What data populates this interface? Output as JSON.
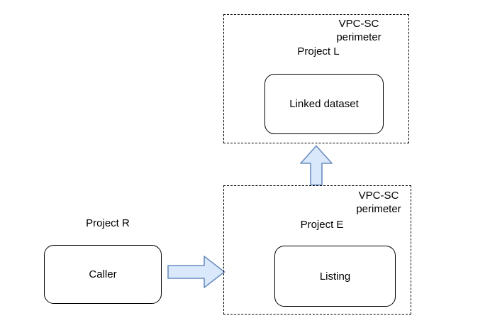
{
  "diagram": {
    "top_perimeter": {
      "label_line1": "VPC-SC",
      "label_line2": "perimeter",
      "project_label": "Project L",
      "node_label": "Linked dataset"
    },
    "bottom_perimeter": {
      "label_line1": "VPC-SC",
      "label_line2": "perimeter",
      "project_label": "Project E",
      "node_label": "Listing"
    },
    "caller_group": {
      "project_label": "Project R",
      "node_label": "Caller"
    },
    "arrows": {
      "right_arrow_name": "caller-to-listing-arrow",
      "up_arrow_name": "listing-to-linked-dataset-arrow",
      "fill": "#dae8fc",
      "stroke": "#6c8ebf"
    }
  }
}
